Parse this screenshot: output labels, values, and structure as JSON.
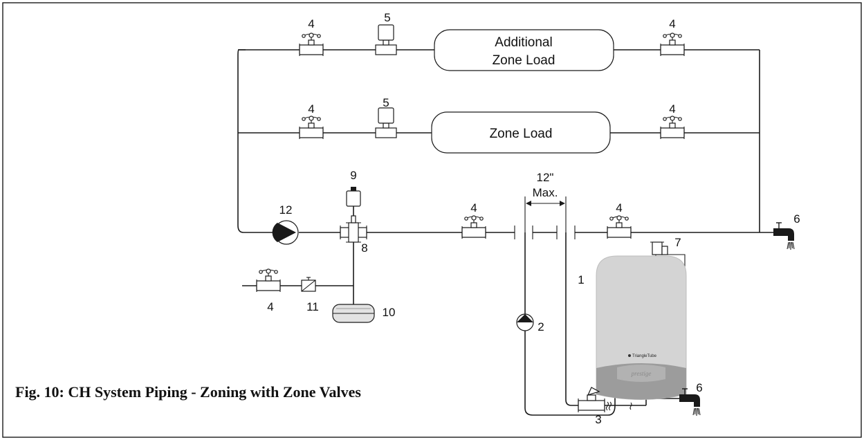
{
  "figure": {
    "caption": "Fig. 10: CH System Piping - Zoning with Zone Valves"
  },
  "zones": {
    "additional_line1": "Additional",
    "additional_line2": "Zone Load",
    "main": "Zone Load"
  },
  "dimension": {
    "value": "12\"",
    "label": "Max."
  },
  "callouts": {
    "isolation_valve": "4",
    "zone_valve": "5",
    "drain": "6",
    "relief_valve": "7",
    "air_separator": "8",
    "air_vent": "9",
    "expansion_tank": "10",
    "backflow_preventer": "11",
    "system_pump": "12",
    "supply": "1",
    "boiler_pump": "2",
    "boiler_valve": "3"
  },
  "boiler": {
    "brand": "TriangleTube",
    "model": "prestige"
  },
  "colors": {
    "line": "#1a1a1a",
    "boiler_body": "#d4d4d4",
    "boiler_panel": "#9c9c9c"
  }
}
